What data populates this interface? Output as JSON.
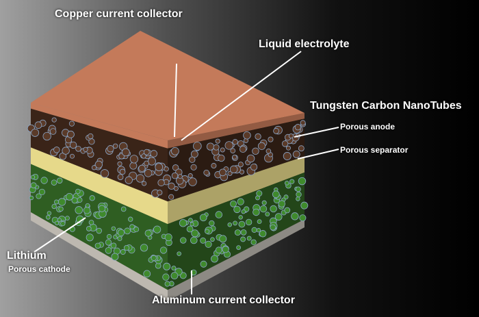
{
  "labels": {
    "copper": "Copper current collector",
    "electrolyte": "Liquid electrolyte",
    "nanotubes": "Tungsten Carbon NanoTubes",
    "anode": "Porous anode",
    "separator": "Porous separator",
    "lithium": "Lithium",
    "cathode": "Porous cathode",
    "aluminum": "Aluminum current collector"
  },
  "colors": {
    "copper": "#c47a5a",
    "anode": "#3a2418",
    "electrolyte": "#8aa6c8",
    "separator": "#e6d98a",
    "cathode": "#2f5e22",
    "aluminum": "#bdb8b0"
  }
}
